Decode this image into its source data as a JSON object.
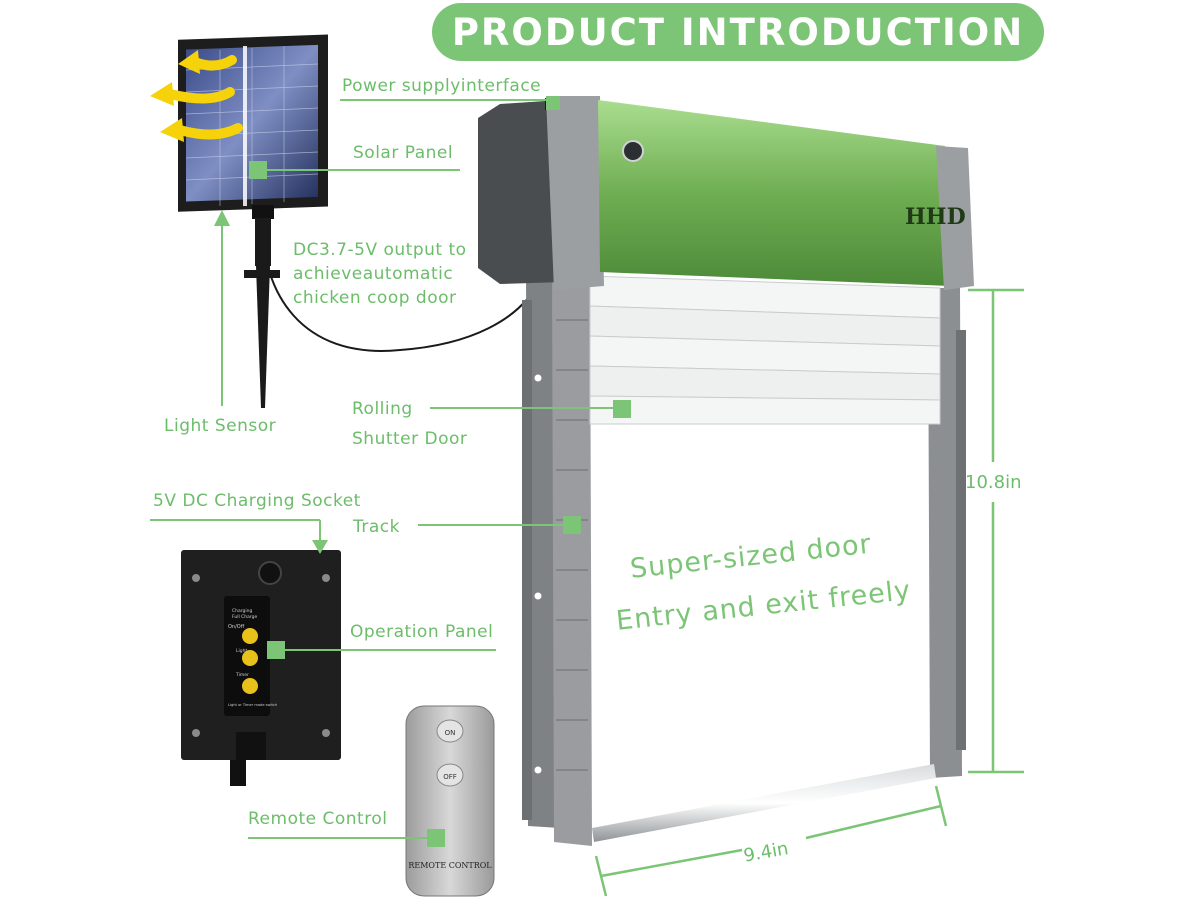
{
  "header": {
    "title": "PRODUCT INTRODUCTION"
  },
  "labels": {
    "power_supply": "Power supplyinterface",
    "solar_panel": "Solar Panel",
    "output_line1": "DC3.7-5V output to",
    "output_line2": "achieveautomatic",
    "output_line3": "chicken coop door",
    "light_sensor": "Light Sensor",
    "rolling_line1": "Rolling",
    "rolling_line2": "Shutter Door",
    "charging_socket": "5V DC Charging Socket",
    "track": "Track",
    "operation_panel": "Operation Panel",
    "remote_control": "Remote Control"
  },
  "dimensions": {
    "height": "10.8in",
    "width": "9.4in"
  },
  "hero_text": {
    "line1": "Super-sized door",
    "line2": "Entry and exit freely"
  },
  "device_text": {
    "remote_on": "ON",
    "remote_off": "OFF",
    "remote_label": "REMOTE CONTROL",
    "logo": "HHD",
    "panel_onoff": "On/Off",
    "panel_charging": "Charging",
    "panel_full": "Full Charge",
    "panel_light": "Light",
    "panel_timer": "Timer",
    "panel_mode": "Light or Timer mode switch"
  },
  "colors": {
    "accent_green": "#7cc576",
    "label_green": "#6cbd6a",
    "motor_green": "#6fae52",
    "frame_gray": "#8b8d8f",
    "shutter_white": "#f4f6f6",
    "panel_black": "#1f1f1f",
    "button_yellow": "#e8c21a",
    "arrow_yellow": "#f5d20a"
  }
}
